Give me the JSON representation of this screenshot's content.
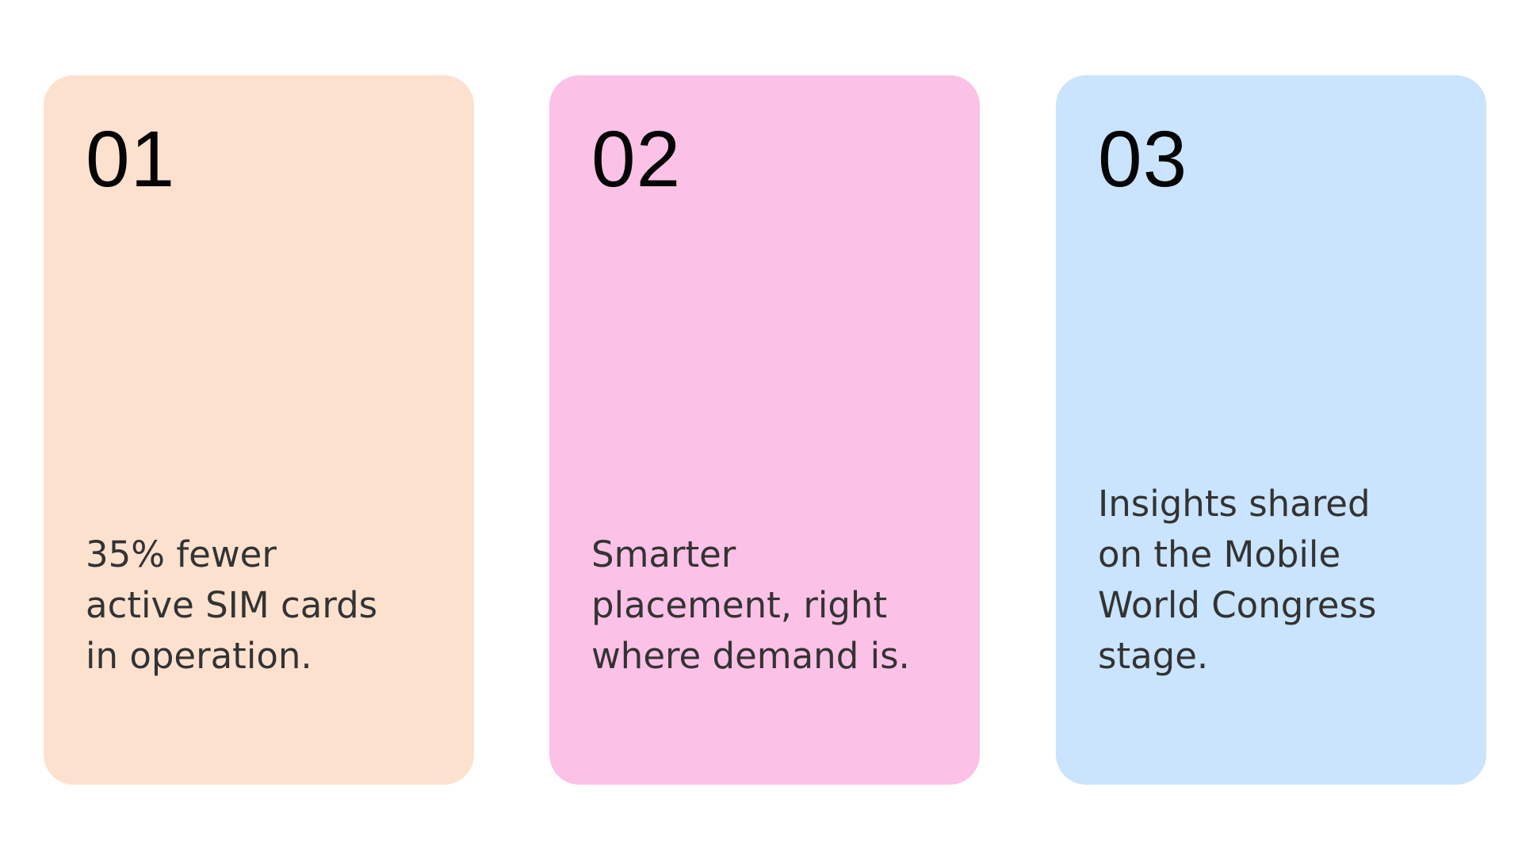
{
  "cards": [
    {
      "number": "01",
      "text": "35% fewer\nactive SIM cards\nin operation.",
      "color": "#FDE1CF"
    },
    {
      "number": "02",
      "text": "Smarter\nplacement, right\nwhere demand is.",
      "color": "#FCC1E6"
    },
    {
      "number": "03",
      "text": "Insights shared\non the Mobile\nWorld Congress\nstage.",
      "color": "#C9E4FC"
    }
  ]
}
